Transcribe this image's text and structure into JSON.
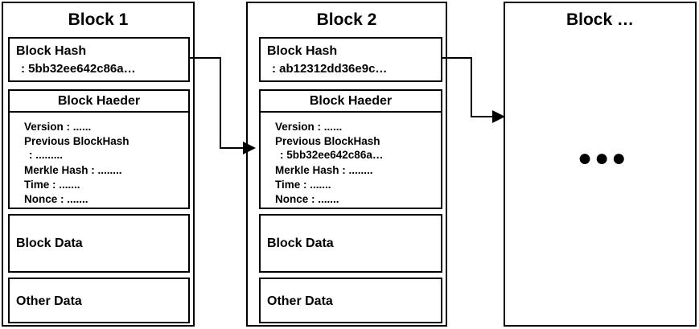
{
  "blocks": [
    {
      "title": "Block 1",
      "hash_label": "Block Hash",
      "hash_value": ": 5bb32ee642c86a…",
      "header_title": "Block Haeder",
      "fields": {
        "version": "Version : ......",
        "prev_label": "Previous BlockHash",
        "prev_value": ": .........",
        "merkle": "Merkle Hash : ........",
        "time": "Time : .......",
        "nonce": "Nonce : ......."
      },
      "block_data": "Block Data",
      "other_data": "Other Data"
    },
    {
      "title": "Block 2",
      "hash_label": "Block Hash",
      "hash_value": ": ab12312dd36e9c…",
      "header_title": "Block Haeder",
      "fields": {
        "version": "Version : ......",
        "prev_label": "Previous BlockHash",
        "prev_value": ": 5bb32ee642c86a…",
        "merkle": "Merkle Hash : ........",
        "time": "Time : .......",
        "nonce": "Nonce : ......."
      },
      "block_data": "Block Data",
      "other_data": "Other Data"
    },
    {
      "title": "Block …",
      "ellipsis": "●●●"
    }
  ]
}
